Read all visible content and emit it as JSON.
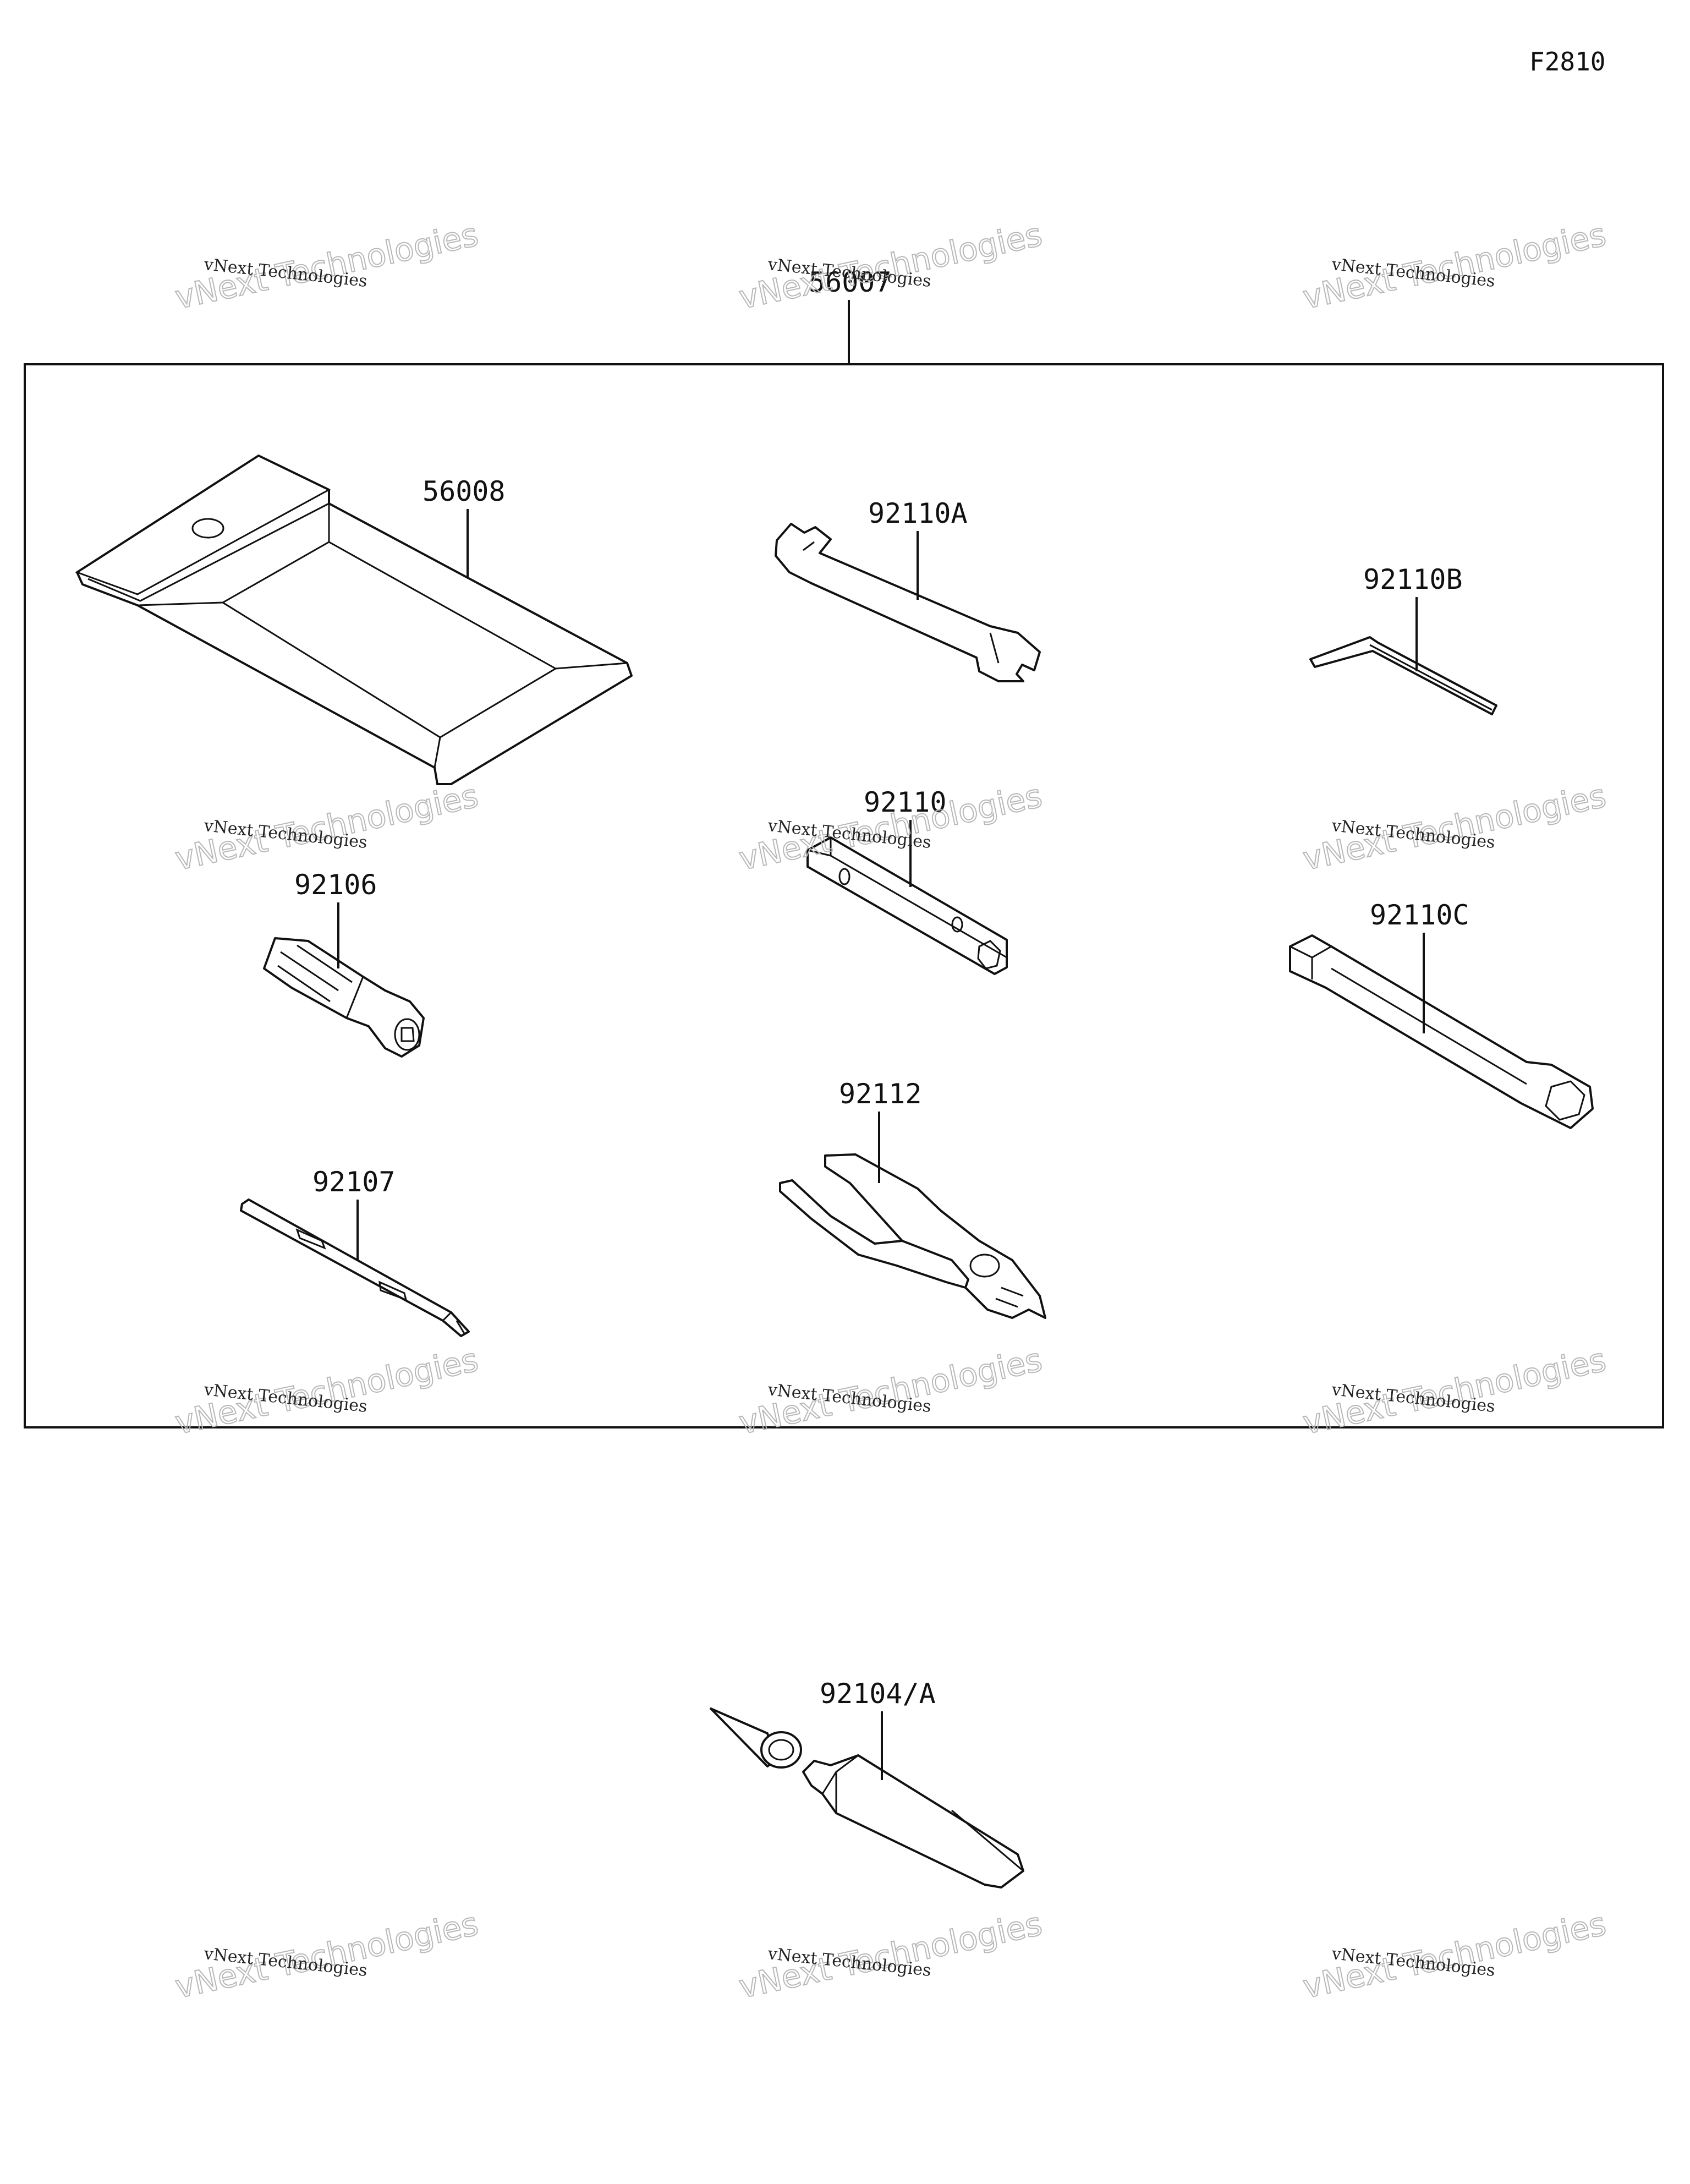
{
  "figure_code": "F2810",
  "assembly": {
    "label": "56007"
  },
  "parts": [
    {
      "id": "56008",
      "label": "56008",
      "icon": "tool-bag-icon"
    },
    {
      "id": "92110A",
      "label": "92110A",
      "icon": "open-end-wrench-icon"
    },
    {
      "id": "92110B",
      "label": "92110B",
      "icon": "hex-key-icon"
    },
    {
      "id": "92110",
      "label": "92110",
      "icon": "plug-wrench-icon"
    },
    {
      "id": "92106",
      "label": "92106",
      "icon": "screwdriver-handle-icon"
    },
    {
      "id": "92110C",
      "label": "92110C",
      "icon": "box-wrench-icon"
    },
    {
      "id": "92112",
      "label": "92112",
      "icon": "pliers-icon"
    },
    {
      "id": "92107",
      "label": "92107",
      "icon": "screwdriver-bit-icon"
    },
    {
      "id": "92104A",
      "label": "92104/A",
      "icon": "grease-tube-icon"
    }
  ],
  "watermark": {
    "line1": "vNext Technologies",
    "line2": "vNext Technologies"
  }
}
